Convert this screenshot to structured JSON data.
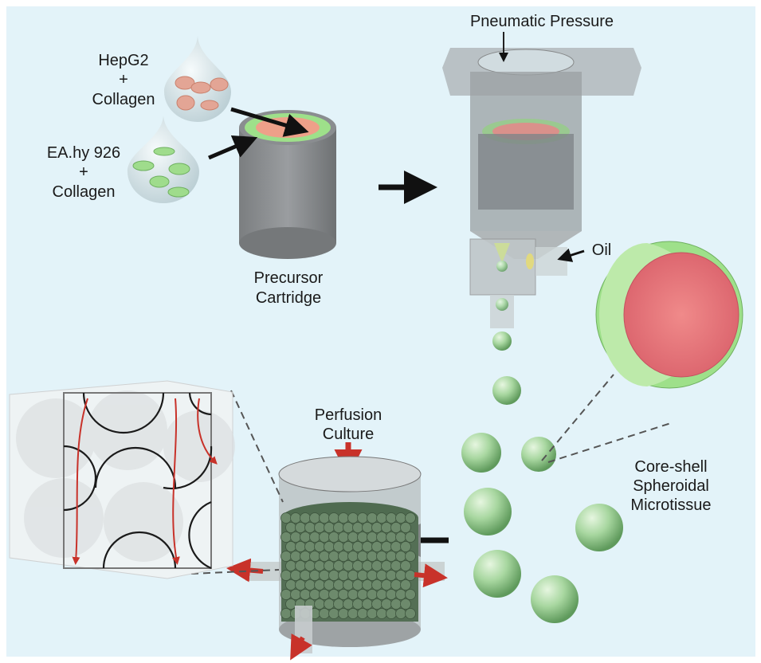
{
  "labels": {
    "hepg2": [
      "HepG2",
      "+",
      "Collagen"
    ],
    "eahy": [
      "EA.hy 926",
      "+",
      "Collagen"
    ],
    "cartridge": [
      "Precursor",
      "Cartridge"
    ],
    "pressure": "Pneumatic Pressure",
    "oil": "Oil",
    "microtissue": [
      "Core-shell",
      "Spheroidal",
      "Microtissue"
    ],
    "perfusion": [
      "Perfusion",
      "Culture"
    ]
  },
  "colors": {
    "background": "#e3f3f9",
    "core": "#e8837a",
    "shell": "#9ee08a",
    "spheroid": "#a8d7a0",
    "device": "#8a8d90",
    "flow_arrow": "#c8322a"
  }
}
